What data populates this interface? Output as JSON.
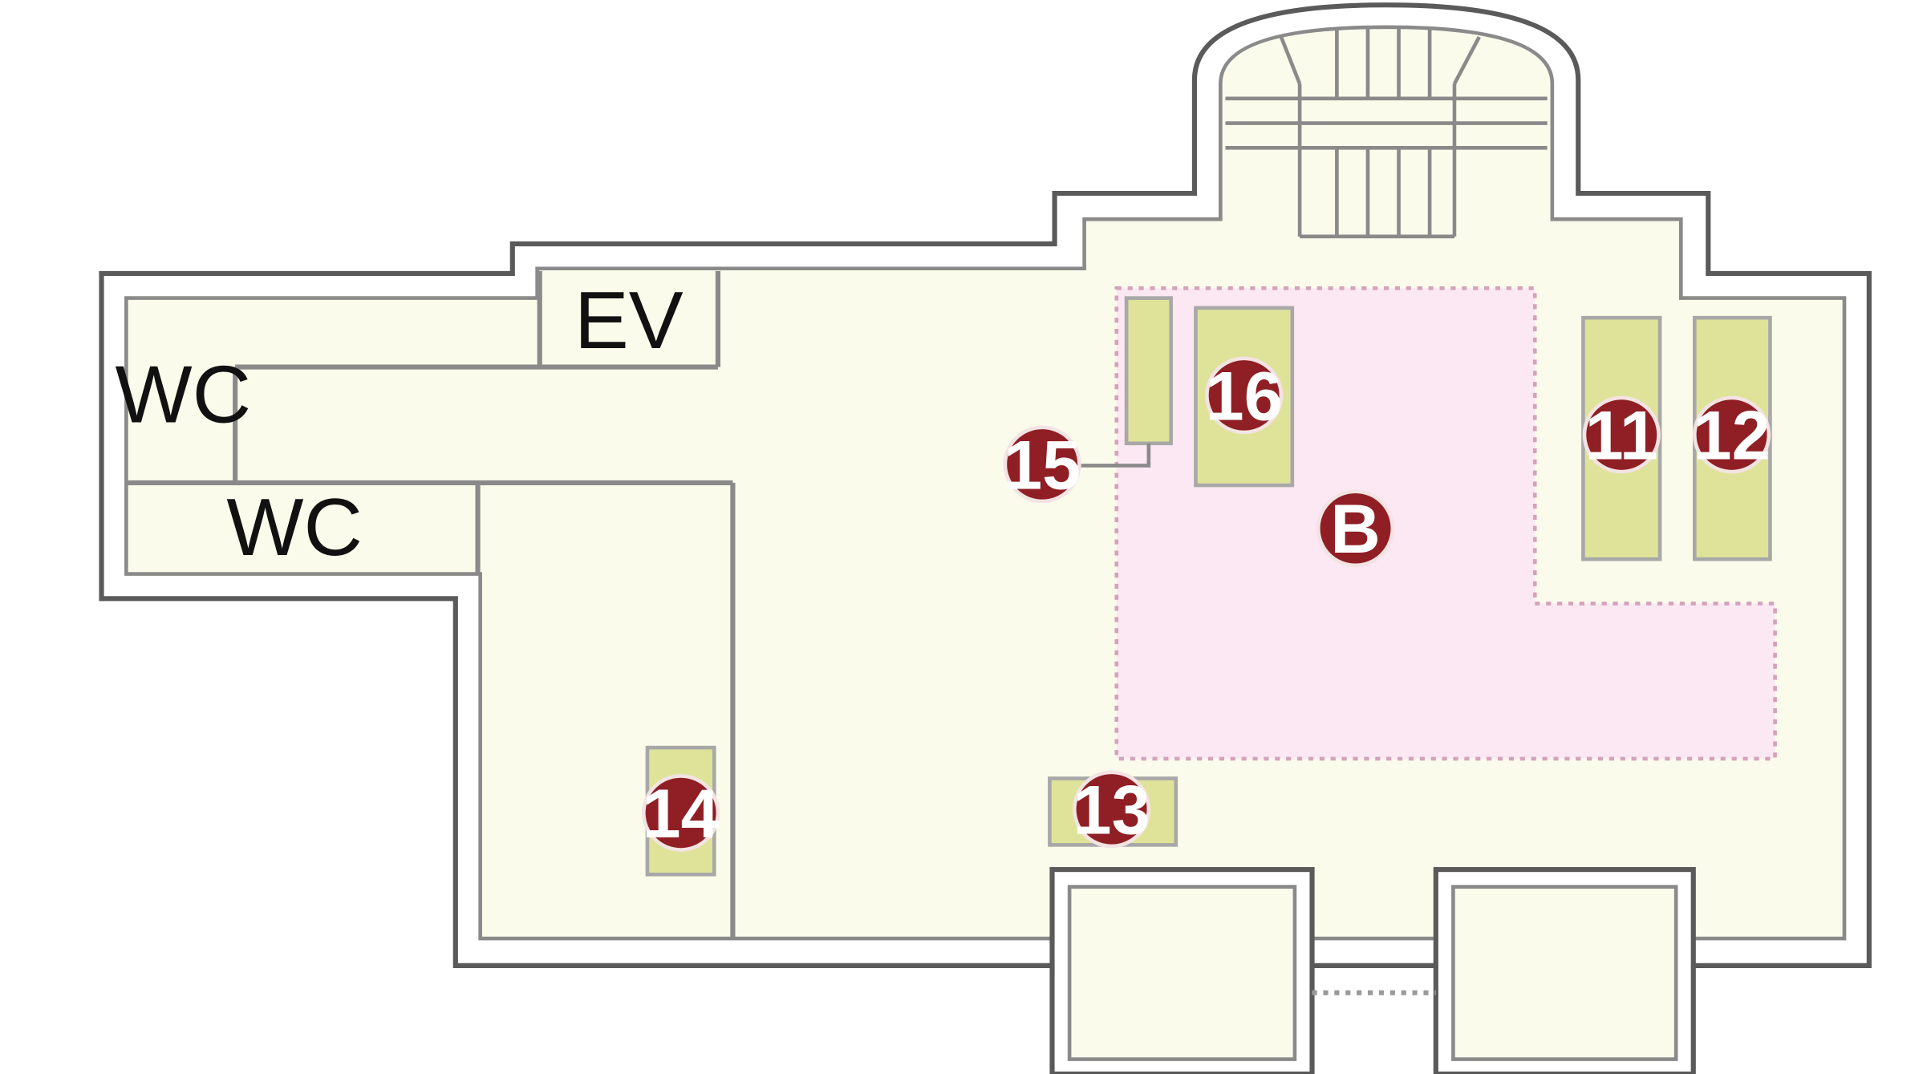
{
  "rooms": {
    "ev": "EV",
    "wc_upper": "WC",
    "wc_lower": "WC"
  },
  "area": {
    "label": "B"
  },
  "booths": {
    "b11": "11",
    "b12": "12",
    "b13": "13",
    "b14": "14",
    "b15": "15",
    "b16": "16"
  },
  "colors": {
    "marker": "#8f1f24",
    "booth": "#dfe39a",
    "floor": "#fbfbeb",
    "zone": "#fbe8f2"
  }
}
